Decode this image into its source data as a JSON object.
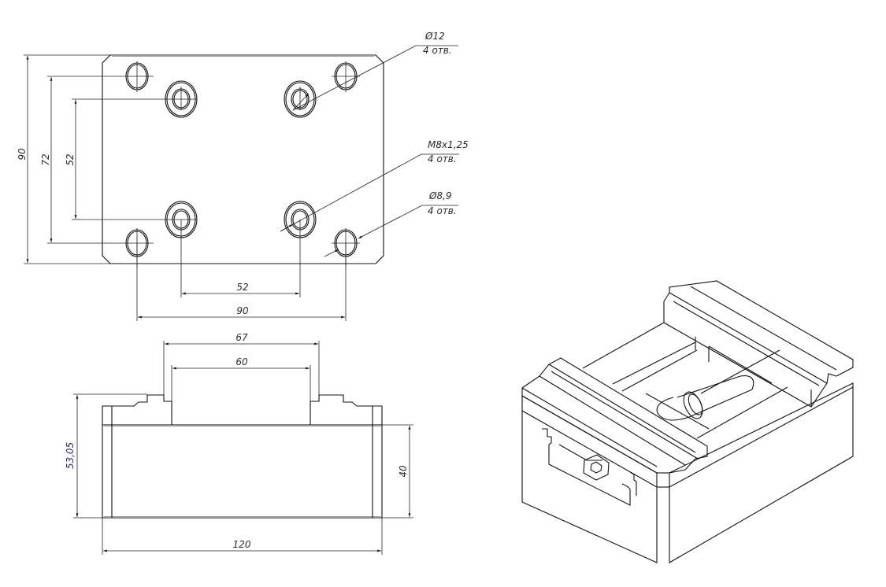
{
  "top_view": {
    "dims": {
      "height_total": "90",
      "height_outer_holes": "72",
      "height_inner_holes": "52",
      "width_inner_holes": "52",
      "width_outer_holes": "90"
    },
    "callouts": [
      {
        "size": "Ø12",
        "count": "4 отв."
      },
      {
        "size": "M8x1,25",
        "count": "4 отв."
      },
      {
        "size": "Ø8,9",
        "count": "4 отв."
      }
    ]
  },
  "front_view": {
    "dims": {
      "jaw_outer": "67",
      "jaw_inner": "60",
      "total_height": "53,05",
      "base_height": "40",
      "width": "120"
    }
  },
  "colors": {
    "line": "#111111",
    "dim_text": "#2a2a2a",
    "accent_dim": "#2b2b6e"
  }
}
